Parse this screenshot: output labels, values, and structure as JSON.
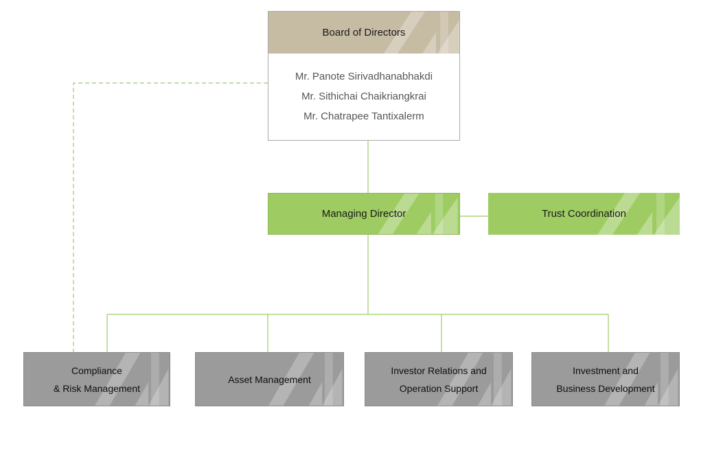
{
  "board": {
    "title": "Board of Directors",
    "members": [
      "Mr. Panote Sirivadhanabhakdi",
      "Mr. Sithichai Chaikriangkrai",
      "Mr. Chatrapee Tantixalerm"
    ]
  },
  "managing_director": {
    "label": "Managing Director"
  },
  "trust_coordination": {
    "label": "Trust Coordination"
  },
  "departments": [
    {
      "label": "Compliance\n& Risk Management"
    },
    {
      "label": "Asset Management"
    },
    {
      "label": "Investor Relations and\nOperation Support"
    },
    {
      "label": "Investment and\nBusiness Development"
    }
  ],
  "colors": {
    "board_header": "#c6bba3",
    "green_box": "#9ecc63",
    "grey_box": "#9b9b9b",
    "connector": "#9ecc63"
  }
}
